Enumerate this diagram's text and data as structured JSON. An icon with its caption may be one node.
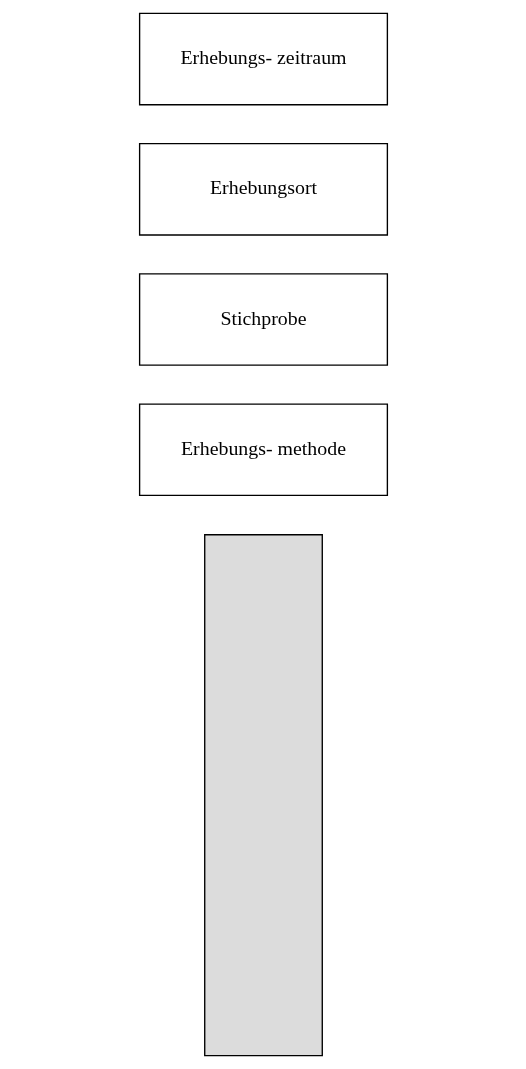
{
  "diagram": {
    "nodes": [
      {
        "text": [],
        "shape": "bar"
      },
      {
        "text": [
          "Erhebungs- methode"
        ]
      },
      {
        "text": [
          "Stichprobe"
        ]
      },
      {
        "text": [
          "Erhebungsort"
        ]
      },
      {
        "text": [
          "Erhebungs- zeitraum"
        ]
      }
    ],
    "edges": []
  }
}
